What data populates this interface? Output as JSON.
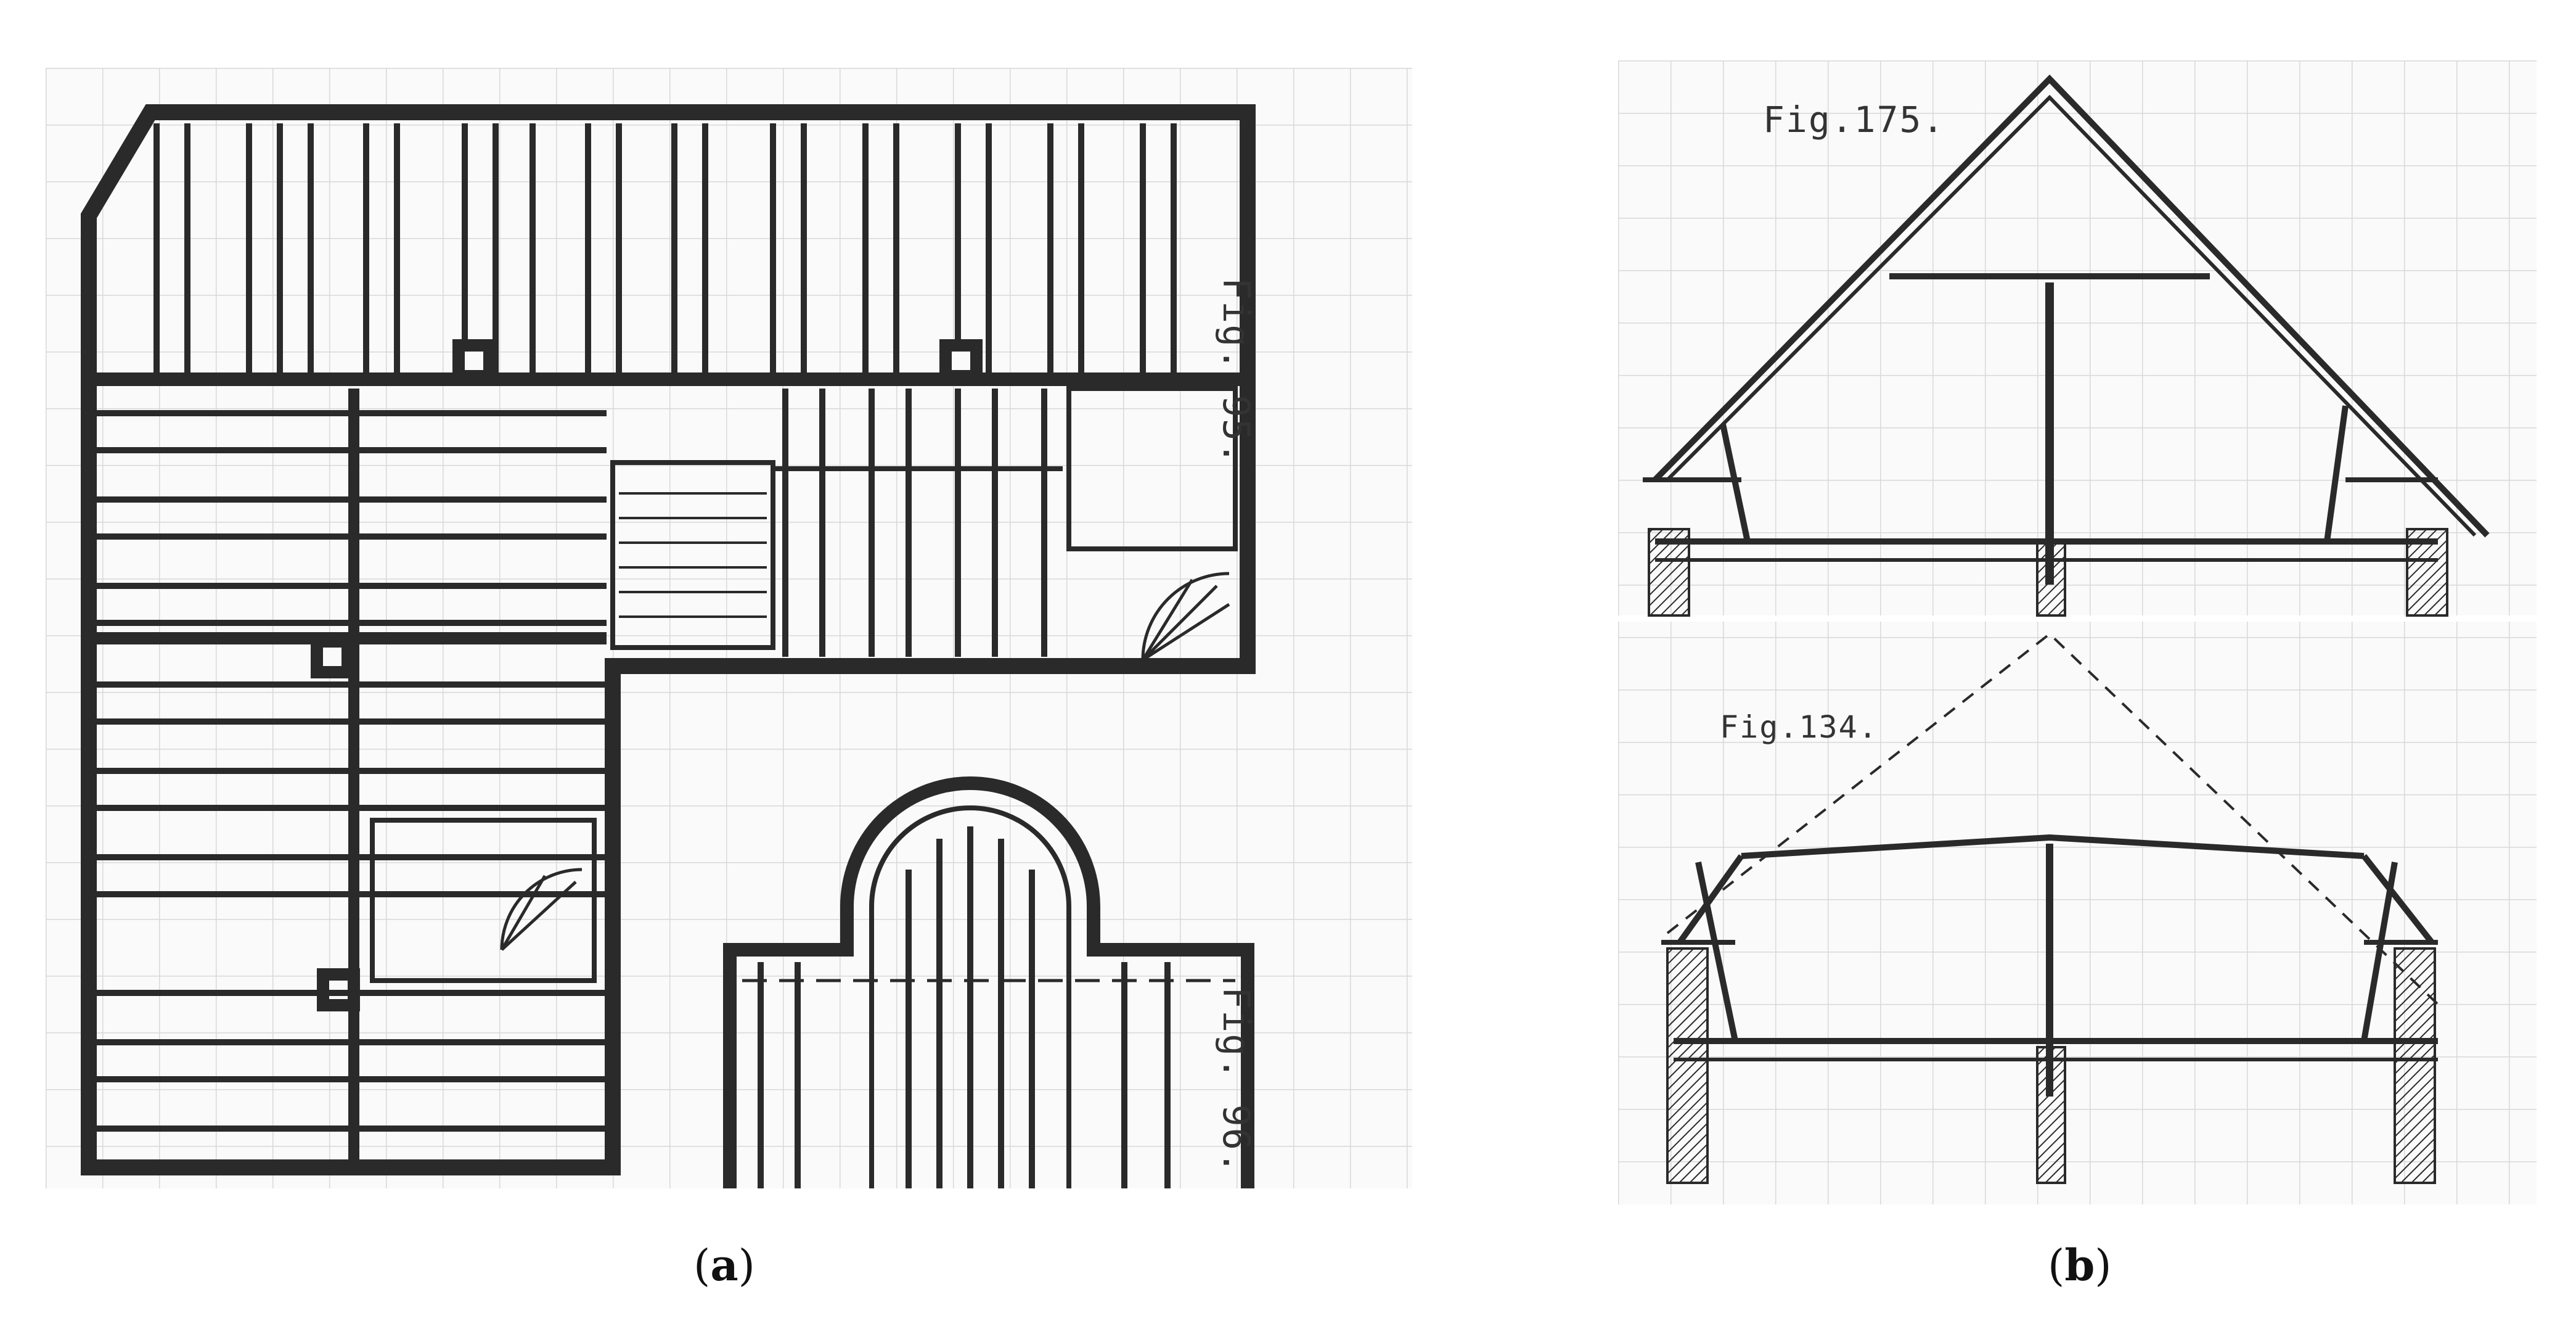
{
  "panel_a": {
    "fig_95_label": "Fig. 95.",
    "fig_96_label": "Fig. 96.",
    "caption_open": "(",
    "caption_letter": "a",
    "caption_close": ")"
  },
  "panel_b": {
    "fig_175_label": "Fig.175.",
    "fig_134_label": "Fig.134.",
    "caption_open": "(",
    "caption_letter": "b",
    "caption_close": ")"
  },
  "colors": {
    "ink": "#2a2a2a",
    "grid": "#d8d8d8",
    "paper": "#fafafa"
  }
}
